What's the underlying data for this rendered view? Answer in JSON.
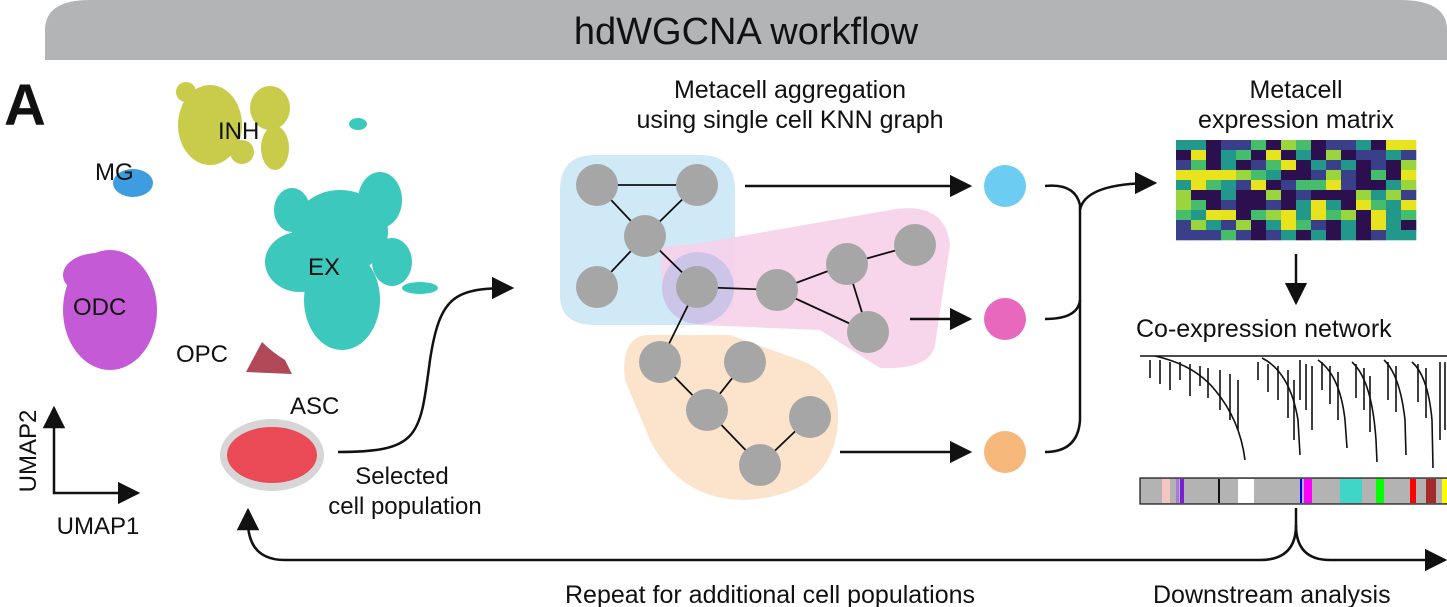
{
  "header": {
    "title": "hdWGCNA workflow"
  },
  "panel_label": "A",
  "umap": {
    "clusters": [
      {
        "name": "INH",
        "color": "#c9cc4a"
      },
      {
        "name": "MG",
        "color": "#3d9de0"
      },
      {
        "name": "EX",
        "color": "#3cc8bd"
      },
      {
        "name": "ODC",
        "color": "#c45ad6"
      },
      {
        "name": "OPC",
        "color": "#b04858"
      },
      {
        "name": "ASC",
        "color": "#ea4a55"
      }
    ],
    "axis_x": "UMAP1",
    "axis_y": "UMAP2"
  },
  "selected_label_line1": "Selected",
  "selected_label_line2": "cell population",
  "knn": {
    "title_line1": "Metacell aggregation",
    "title_line2": "using single cell KNN graph",
    "group_colors": {
      "blue": "#cfe9f7",
      "pink": "#f6d2ea",
      "orange": "#fbe3cc"
    },
    "node_color": "#a6a6a6"
  },
  "metacells": [
    {
      "color": "#6cccf2"
    },
    {
      "color": "#e868bd"
    },
    {
      "color": "#f6b77a"
    }
  ],
  "matrix": {
    "title_line1": "Metacell",
    "title_line2": "expression matrix"
  },
  "network": {
    "title": "Co-expression network"
  },
  "module_colors": [
    "#f5c6c0",
    "#a77bd6",
    "#7a1fd6",
    "#111111",
    "#ffffff",
    "#0000ff",
    "#ff00ff",
    "#3fd6c8",
    "#00ff00",
    "#ff0000",
    "#a52a2a",
    "#ffff00"
  ],
  "footer": {
    "repeat": "Repeat for additional cell populations",
    "downstream": "Downstream analysis"
  }
}
